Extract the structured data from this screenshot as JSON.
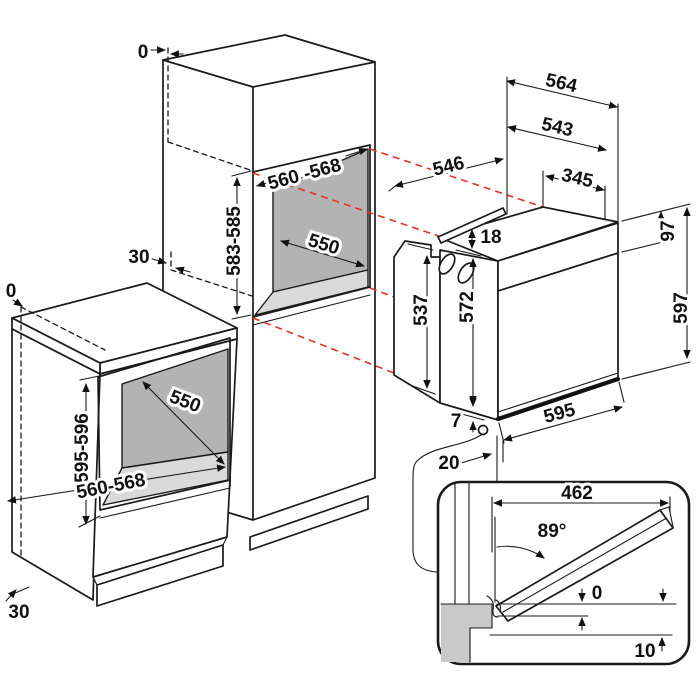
{
  "colors": {
    "line": "#1a1a1a",
    "projection_accent": "#e63229",
    "niche_back": "#b3b3b3",
    "niche_floor": "#dadada",
    "section_fill": "#c9c9c9"
  },
  "tall_cabinet": {
    "top_gap": "0",
    "front_gap": "30",
    "niche_width": "560 -568",
    "niche_height": "583-585",
    "niche_depth": "550"
  },
  "base_cabinet": {
    "wall_gap": "0",
    "niche_depth": "550",
    "niche_height": "595-596",
    "niche_width": "560-568",
    "plinth_recess": "30"
  },
  "oven": {
    "depth_overall": "564",
    "depth_body": "543",
    "niche_depth_min": "546",
    "depth_front_section": "345",
    "rear_step_height": "18",
    "control_panel_height": "97",
    "side_height": "537",
    "front_height": "572",
    "width": "595",
    "height_overall": "597",
    "bottom_gap": "7",
    "front_clearance": "20"
  },
  "door_detail": {
    "door_width": "462",
    "opening_angle": "89°",
    "flush_gap": "0",
    "bottom_clearance": "10"
  }
}
